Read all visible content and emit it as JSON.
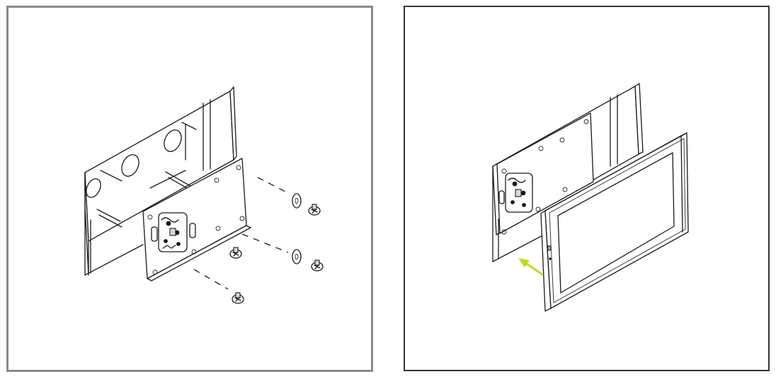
{
  "panels": [
    {
      "id": "step-mount-plate",
      "parts": [
        "back-box",
        "mounting-plate",
        "washer",
        "screw"
      ],
      "washer_count": 2,
      "screw_count": 4
    },
    {
      "id": "step-attach-panel",
      "parts": [
        "back-box",
        "mounting-plate",
        "touch-panel",
        "direction-arrow"
      ],
      "colors": {
        "arrow": "#c4d81c"
      }
    }
  ],
  "colors": {
    "left_border": "#8a8a8a",
    "right_border": "#333333",
    "line": "#1a1a1a",
    "background": "#ffffff"
  }
}
